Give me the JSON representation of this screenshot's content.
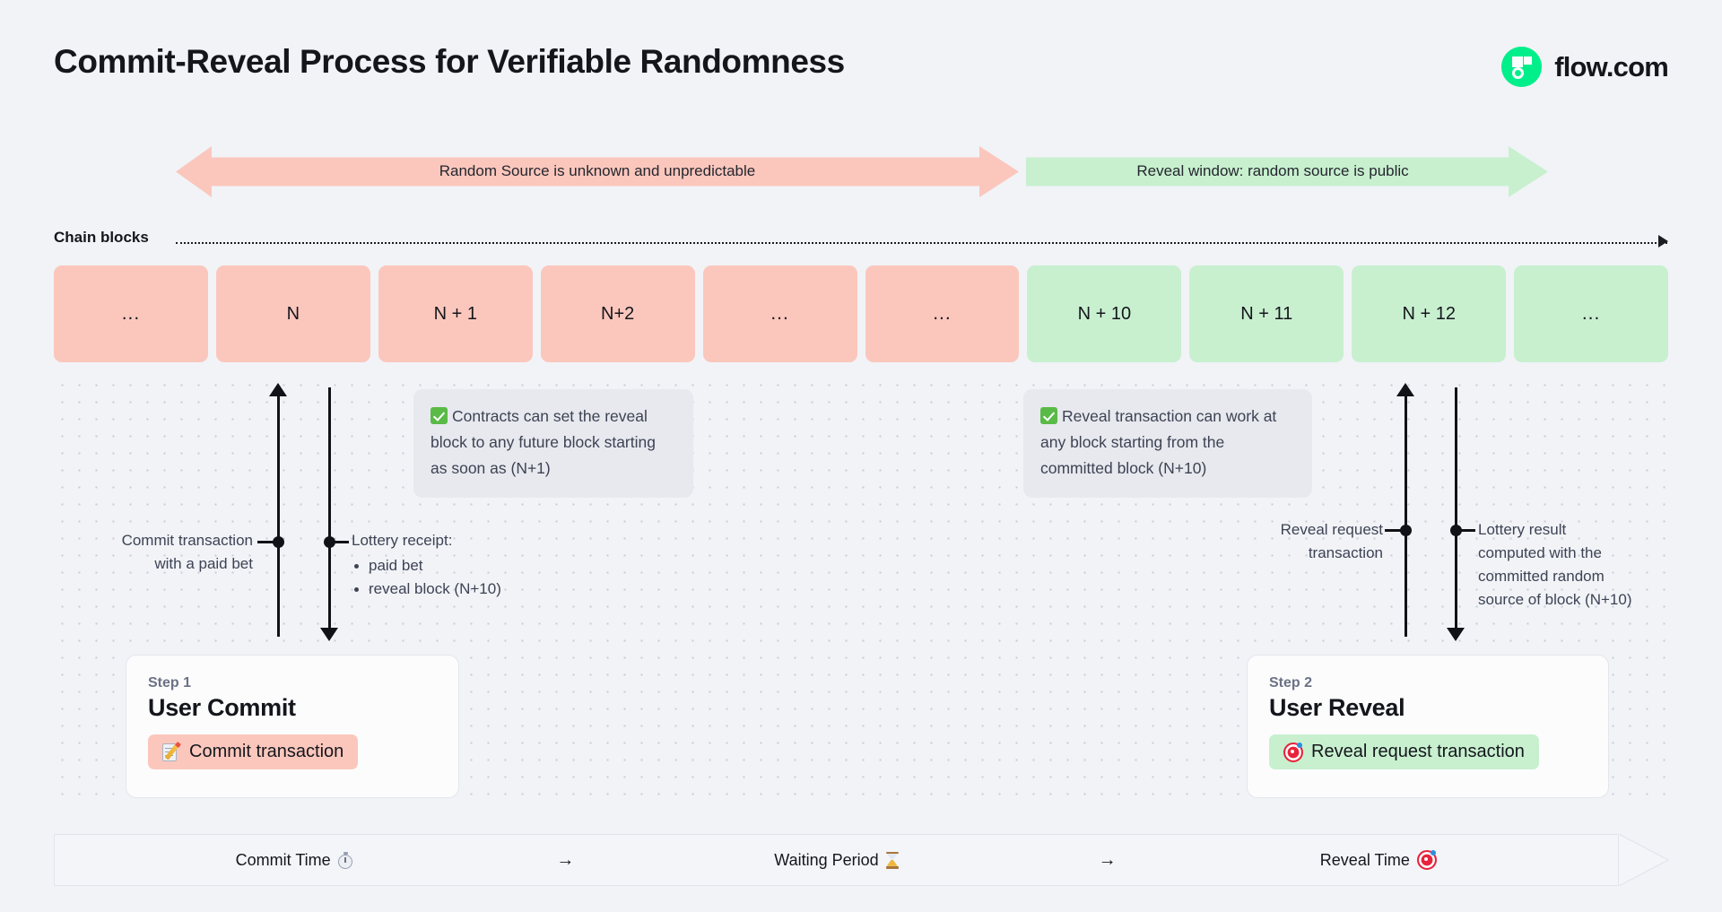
{
  "header": {
    "title": "Commit-Reveal Process for Verifiable Randomness",
    "brand_name": "flow.com",
    "brand_color": "#00EF8B"
  },
  "banners": [
    {
      "id": "unknown-window",
      "label": "Random Source is unknown and unpredictable",
      "color": "#FBC7BD",
      "direction": "double"
    },
    {
      "id": "reveal-window",
      "label": "Reveal window: random source is public",
      "color": "#C8F0CF",
      "direction": "right"
    }
  ],
  "chain": {
    "label": "Chain blocks",
    "blocks": [
      {
        "label": "...",
        "state": "pre-commit"
      },
      {
        "label": "N",
        "state": "pre-commit"
      },
      {
        "label": "N + 1",
        "state": "pre-commit"
      },
      {
        "label": "N+2",
        "state": "pre-commit"
      },
      {
        "label": "...",
        "state": "pre-commit"
      },
      {
        "label": "...",
        "state": "pre-commit"
      },
      {
        "label": "N + 10",
        "state": "reveal"
      },
      {
        "label": "N + 11",
        "state": "reveal"
      },
      {
        "label": "N + 12",
        "state": "reveal"
      },
      {
        "label": "...",
        "state": "reveal"
      }
    ],
    "colors": {
      "pre_commit": "#FBC7BD",
      "reveal": "#C8F0CF"
    }
  },
  "callouts": [
    {
      "id": "contracts-callout",
      "icon": "check-icon",
      "text": "Contracts can set the reveal block to any future block starting as soon as (N+1)"
    },
    {
      "id": "reveal-callout",
      "icon": "check-icon",
      "text": "Reveal transaction can work at any block starting from the committed block (N+10)"
    }
  ],
  "annotations": {
    "commit_tx": {
      "line1": "Commit transaction",
      "line2": "with a paid bet"
    },
    "lottery_receipt": {
      "heading": "Lottery receipt:",
      "items": [
        "paid bet",
        "reveal block (N+10)"
      ]
    },
    "reveal_request": {
      "line1": "Reveal request",
      "line2": "transaction"
    },
    "lottery_result": {
      "line1": "Lottery result",
      "line2": "computed with the",
      "line3": "committed random",
      "line4": "source of block (N+10)"
    }
  },
  "steps": [
    {
      "id": "step-1",
      "kicker": "Step 1",
      "title": "User Commit",
      "pill_label": "Commit transaction",
      "pill_icon": "memo-icon",
      "pill_color": "#FBC7BD"
    },
    {
      "id": "step-2",
      "kicker": "Step 2",
      "title": "User Reveal",
      "pill_label": "Reveal request transaction",
      "pill_icon": "dart-icon",
      "pill_color": "#C8F0CF"
    }
  ],
  "timeline": {
    "segments": [
      {
        "label": "Commit Time",
        "icon": "stopwatch-icon"
      },
      {
        "label": "Waiting Period",
        "icon": "hourglass-icon"
      },
      {
        "label": "Reveal Time",
        "icon": "dart-icon"
      }
    ],
    "separator": "→"
  }
}
